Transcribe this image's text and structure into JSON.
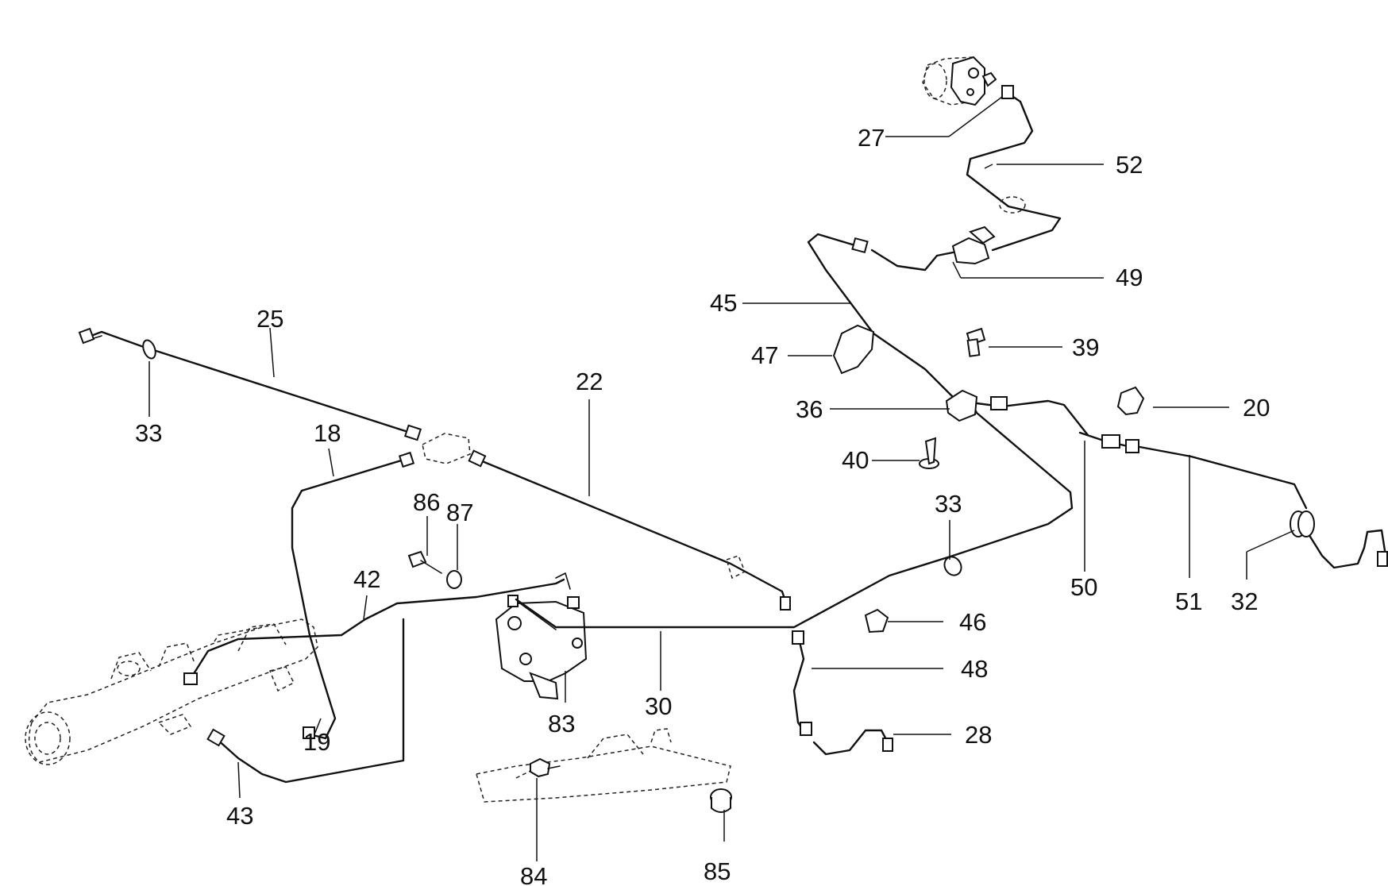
{
  "diagram": {
    "callouts": [
      {
        "id": "c25",
        "text": "25"
      },
      {
        "id": "c33a",
        "text": "33"
      },
      {
        "id": "c18",
        "text": "18"
      },
      {
        "id": "c22",
        "text": "22"
      },
      {
        "id": "c86",
        "text": "86"
      },
      {
        "id": "c87",
        "text": "87"
      },
      {
        "id": "c42",
        "text": "42"
      },
      {
        "id": "c19",
        "text": "19"
      },
      {
        "id": "c43",
        "text": "43"
      },
      {
        "id": "c83",
        "text": "83"
      },
      {
        "id": "c30",
        "text": "30"
      },
      {
        "id": "c84",
        "text": "84"
      },
      {
        "id": "c85",
        "text": "85"
      },
      {
        "id": "c27",
        "text": "27"
      },
      {
        "id": "c52",
        "text": "52"
      },
      {
        "id": "c49",
        "text": "49"
      },
      {
        "id": "c45",
        "text": "45"
      },
      {
        "id": "c47",
        "text": "47"
      },
      {
        "id": "c39",
        "text": "39"
      },
      {
        "id": "c36",
        "text": "36"
      },
      {
        "id": "c20",
        "text": "20"
      },
      {
        "id": "c40",
        "text": "40"
      },
      {
        "id": "c33b",
        "text": "33"
      },
      {
        "id": "c50",
        "text": "50"
      },
      {
        "id": "c51",
        "text": "51"
      },
      {
        "id": "c32",
        "text": "32"
      },
      {
        "id": "c46",
        "text": "46"
      },
      {
        "id": "c48",
        "text": "48"
      },
      {
        "id": "c28",
        "text": "28"
      }
    ]
  }
}
